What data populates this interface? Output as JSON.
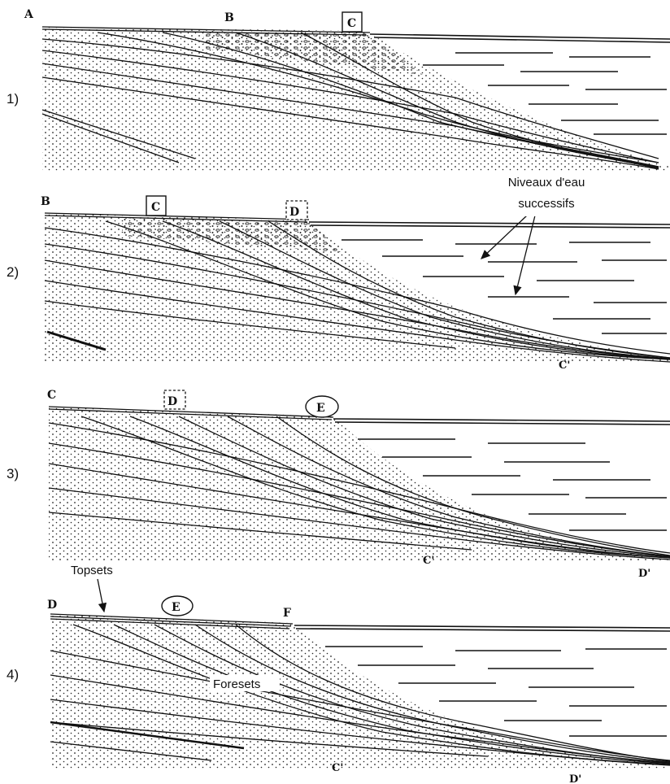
{
  "panels": [
    {
      "label": "1)",
      "points": [
        "A",
        "B",
        "C"
      ],
      "boxed": "C"
    },
    {
      "label": "2)",
      "points": [
        "B",
        "C",
        "D",
        "C'"
      ],
      "boxed": "C",
      "dashed_boxed": "D"
    },
    {
      "label": "3)",
      "points": [
        "C",
        "D",
        "E",
        "C'",
        "D'"
      ],
      "dashed_boxed": "D",
      "circled": "E"
    },
    {
      "label": "4)",
      "points": [
        "D",
        "E",
        "F",
        "C'",
        "D'"
      ],
      "circled": "E"
    }
  ],
  "annotations": {
    "water_levels_line1": "Niveaux d'eau",
    "water_levels_line2": "successifs",
    "topsets": "Topsets",
    "foresets": "Foresets"
  }
}
